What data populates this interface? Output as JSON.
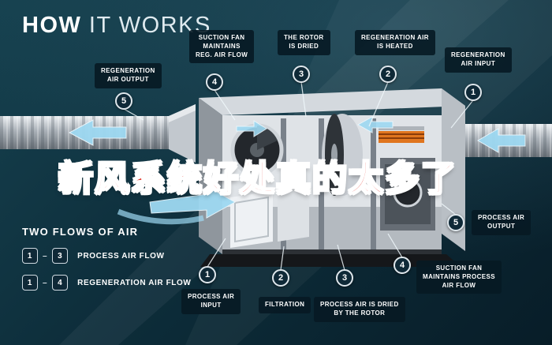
{
  "title": {
    "part1": "HOW",
    "part2": " IT WORKS"
  },
  "overlay_text": "新风系统好处真的太多了",
  "callouts_top": [
    {
      "num": "5",
      "label": "REGENERATION\nAIR OUTPUT"
    },
    {
      "num": "4",
      "label": "SUCTION FAN\nMAINTAINS\nREG. AIR FLOW"
    },
    {
      "num": "3",
      "label": "THE ROTOR\nIS DRIED"
    },
    {
      "num": "2",
      "label": "REGENERATION AIR\nIS HEATED"
    },
    {
      "num": "1",
      "label": "REGENERATION\nAIR INPUT"
    }
  ],
  "callouts_bottom": [
    {
      "num": "1",
      "label": "PROCESS AIR\nINPUT"
    },
    {
      "num": "2",
      "label": "FILTRATION"
    },
    {
      "num": "3",
      "label": "PROCESS AIR IS DRIED\nBY THE ROTOR"
    },
    {
      "num": "4",
      "label": "SUCTION FAN\nMAINTAINS PROCESS\nAIR FLOW"
    },
    {
      "num": "5",
      "label": "PROCESS AIR\nOUTPUT"
    }
  ],
  "legend": {
    "title": "TWO FLOWS OF AIR",
    "separator": "–",
    "rows": [
      {
        "from": "1",
        "to": "3",
        "label": "PROCESS AIR FLOW"
      },
      {
        "from": "1",
        "to": "4",
        "label": "REGENERATION AIR FLOW"
      }
    ]
  },
  "colors": {
    "background": "#0d2d3a",
    "accent_blue": "#9ed9f2",
    "overlay_red": "#e1251b",
    "label_bg": "#071923",
    "heater_orange": "#e0761f"
  }
}
